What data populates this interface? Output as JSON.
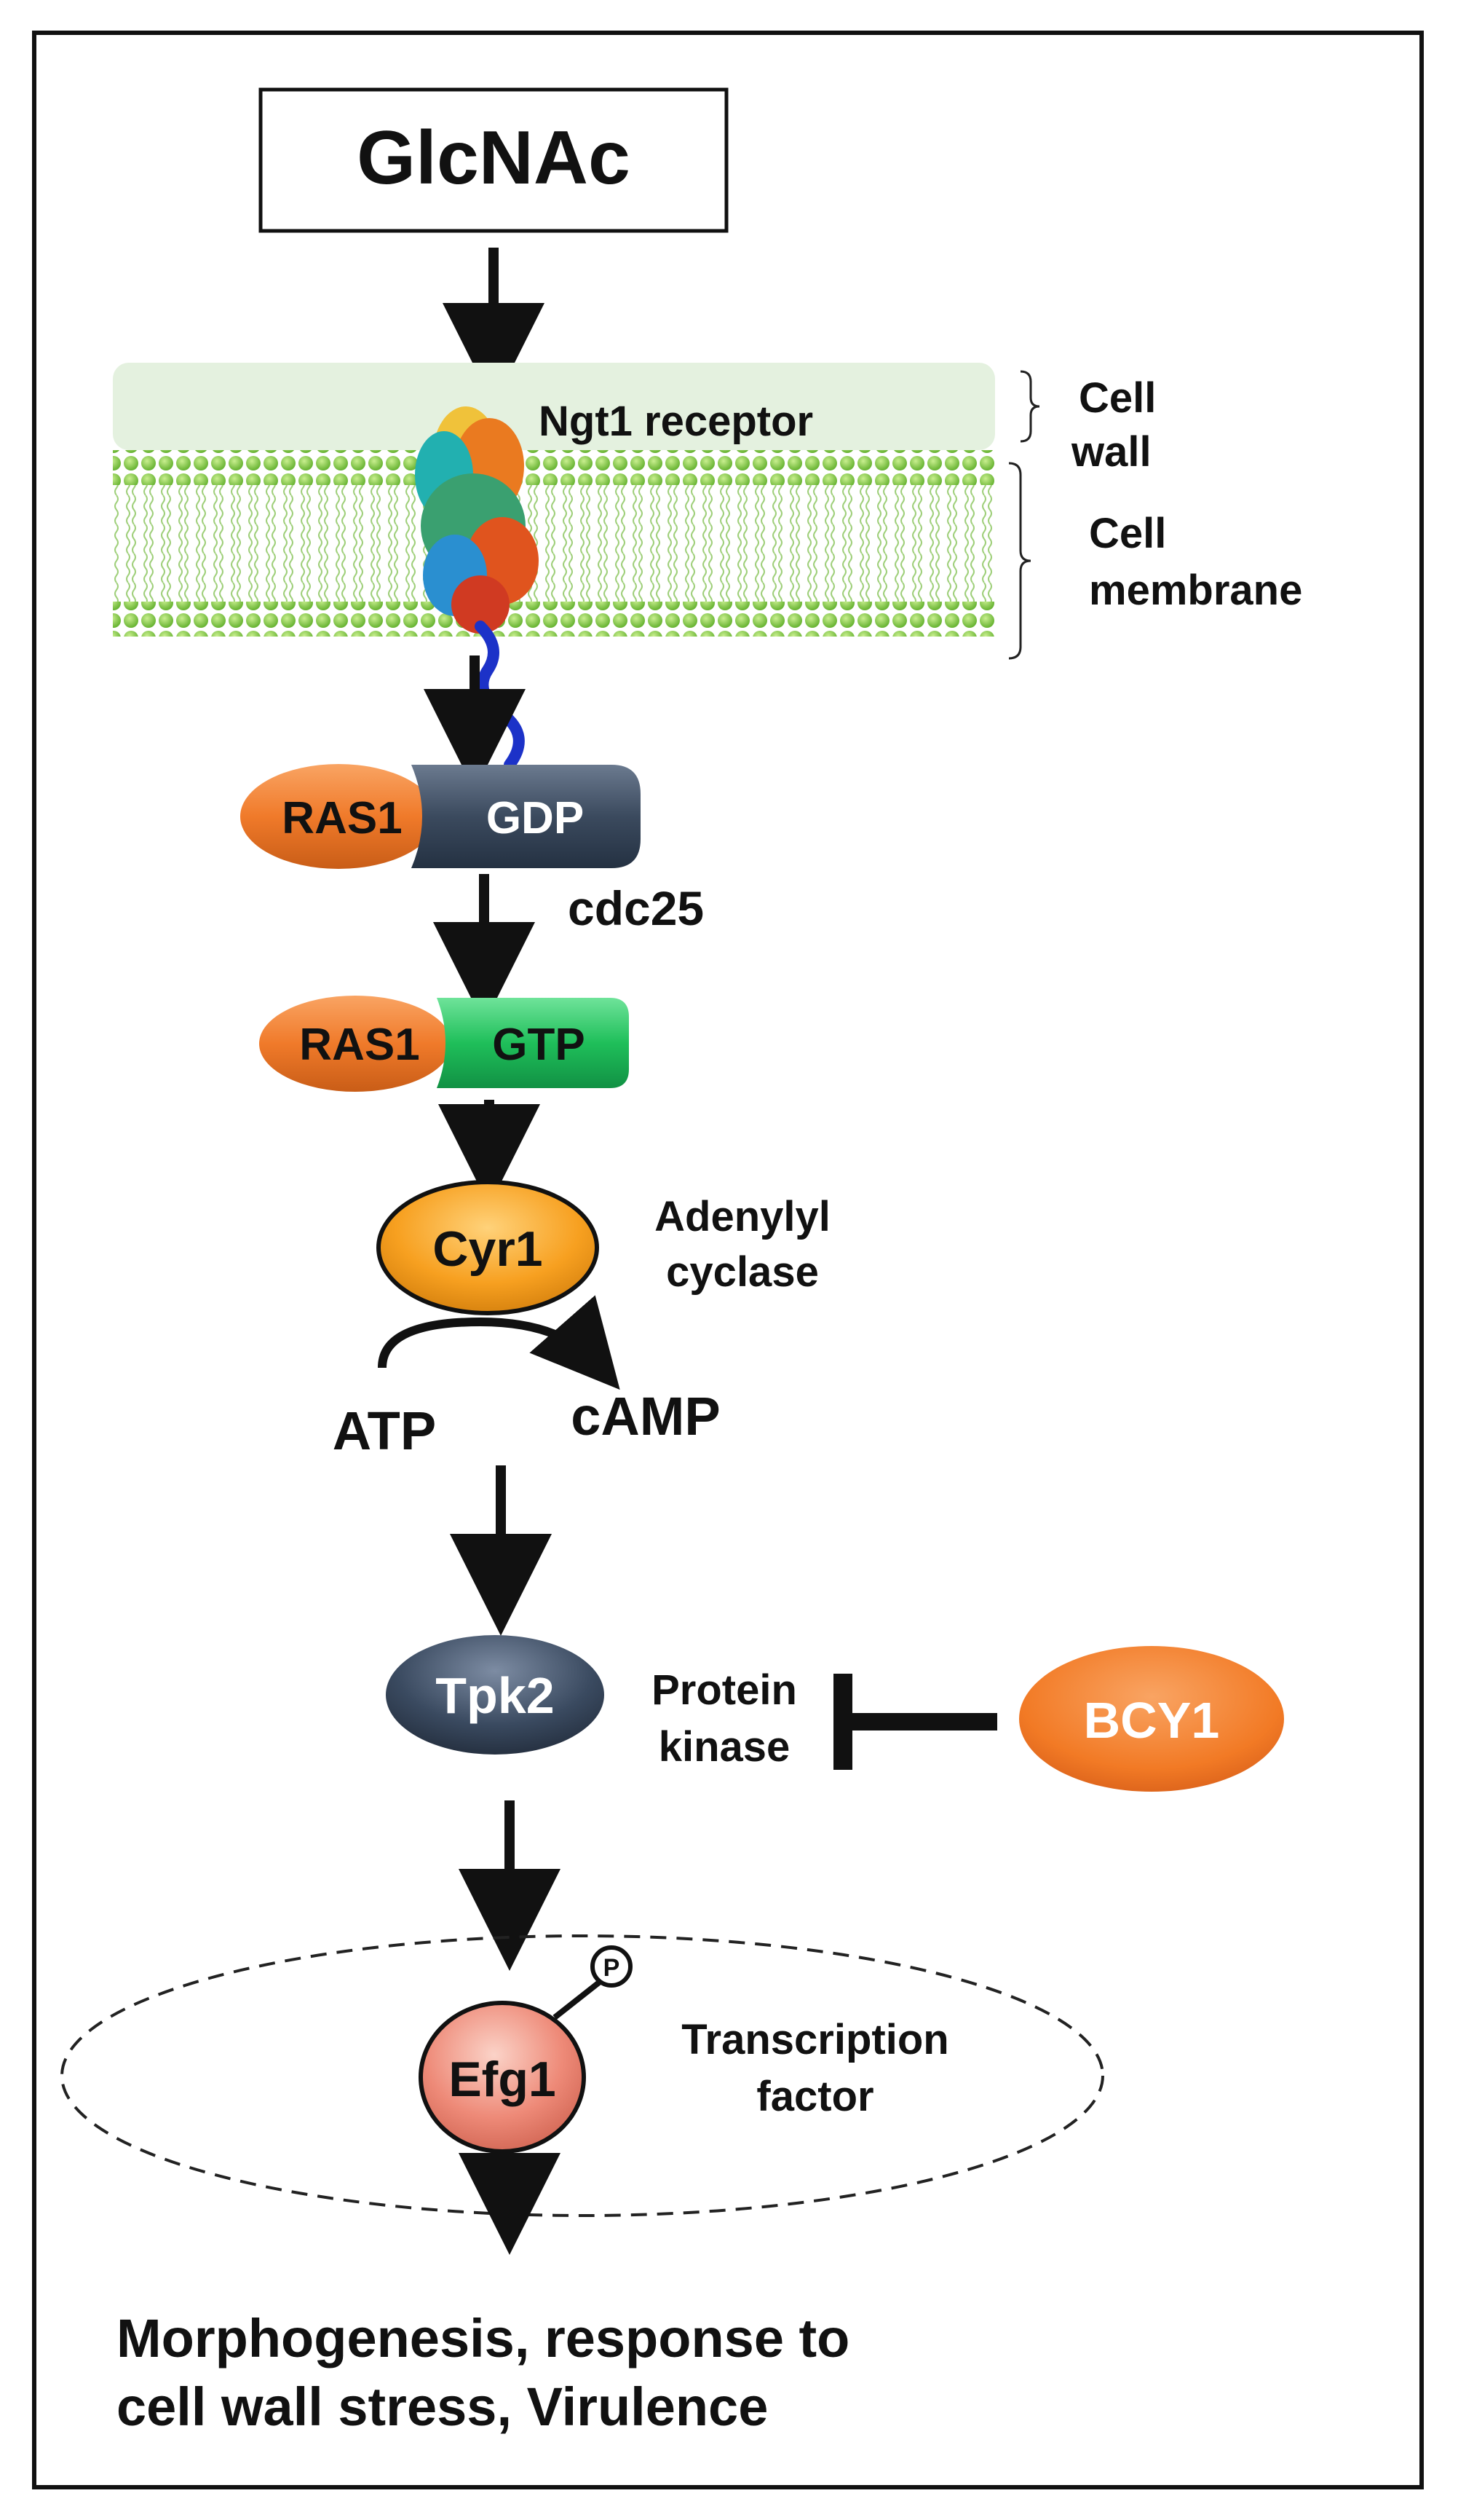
{
  "diagram": {
    "input": {
      "label": "GlcNAc"
    },
    "membrane": {
      "receptor_label": "Ngt1 receptor",
      "cell_wall_label": [
        "Cell",
        "wall"
      ],
      "cell_membrane_label": [
        "Cell",
        "membrane"
      ]
    },
    "ras_gdp": {
      "ras": "RAS1",
      "nucleotide": "GDP"
    },
    "exchange_factor": "cdc25",
    "ras_gtp": {
      "ras": "RAS1",
      "nucleotide": "GTP"
    },
    "cyclase": {
      "label": "Cyr1",
      "description": [
        "Adenylyl",
        "cyclase"
      ]
    },
    "reaction": {
      "substrate": "ATP",
      "product": "cAMP"
    },
    "kinase": {
      "label": "Tpk2",
      "description": [
        "Protein",
        "kinase"
      ]
    },
    "inhibitor": {
      "label": "BCY1"
    },
    "transcription_factor": {
      "label": "Efg1",
      "phospho": "P",
      "description": [
        "Transcription",
        "factor"
      ]
    },
    "outcome": [
      "Morphogenesis, response to",
      "cell wall stress, Virulence"
    ]
  },
  "colors": {
    "ras_orange": "#f07a2a",
    "gdp_slate": "#3b4a5e",
    "gtp_green": "#1fbf5a",
    "cyclase_orange": "#f7a020",
    "kinase_slate": "#3a4a60",
    "inhibitor_orange": "#f27a25",
    "efg1_salmon": "#ee8a78",
    "membrane_green": "#7cc83a",
    "cell_wall_tint": "#e4f1df"
  }
}
